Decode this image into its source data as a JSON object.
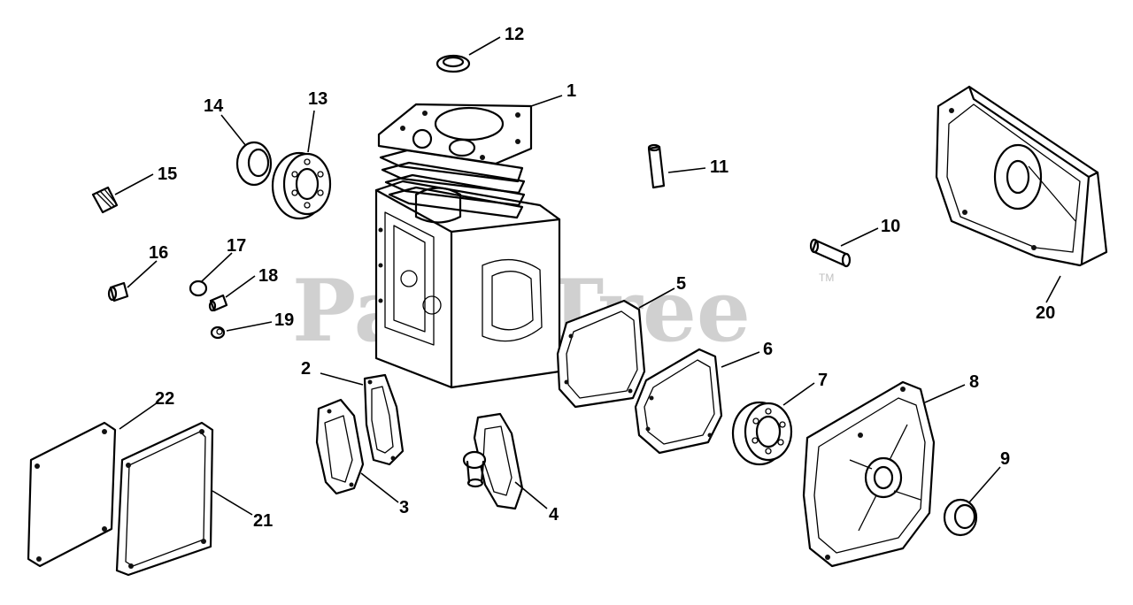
{
  "watermark": {
    "text": "PartsTree",
    "tm": "TM"
  },
  "callouts": [
    "1",
    "2",
    "3",
    "4",
    "5",
    "6",
    "7",
    "8",
    "9",
    "10",
    "11",
    "12",
    "13",
    "14",
    "15",
    "16",
    "17",
    "18",
    "19",
    "20",
    "21",
    "22"
  ]
}
